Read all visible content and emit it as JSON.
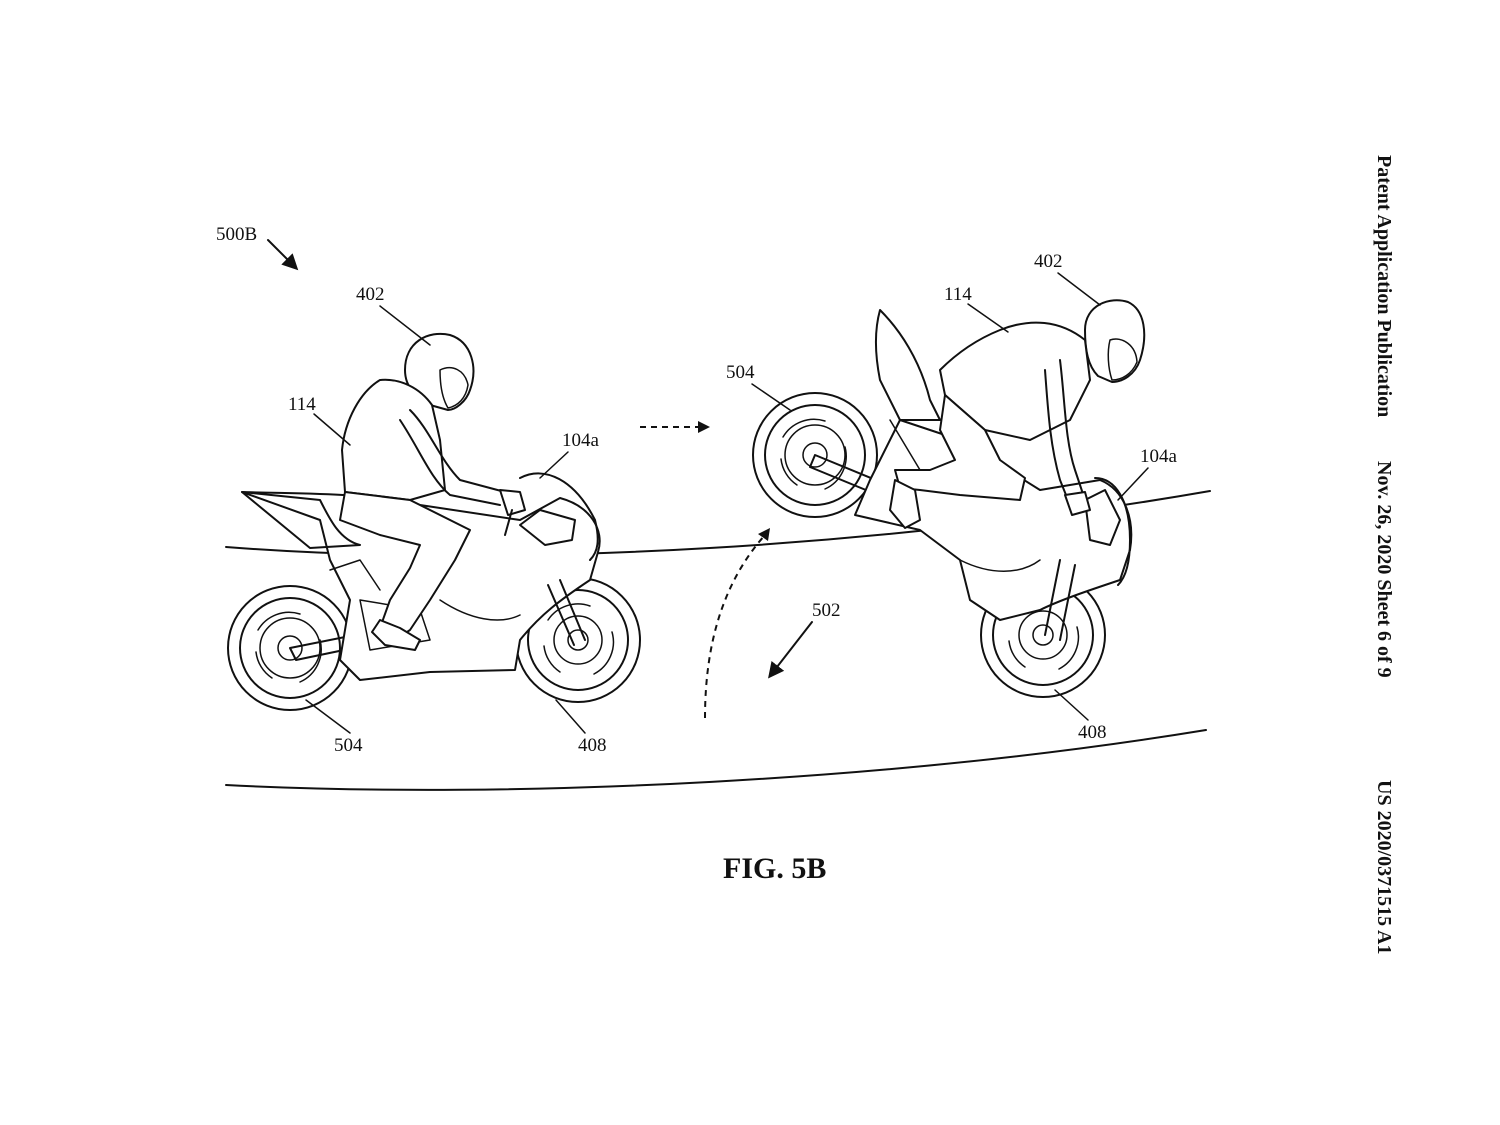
{
  "header": {
    "publication": "Patent Application Publication",
    "date_sheet": "Nov. 26, 2020  Sheet 6 of 9",
    "number": "US 2020/0371515 A1"
  },
  "figure": {
    "label": "FIG. 5B",
    "ref_500b": "500B",
    "ref_502": "502"
  },
  "left_rider": {
    "ref_helmet": "402",
    "ref_rider": "114",
    "ref_bike": "104a",
    "ref_rear_wheel": "504",
    "ref_front_wheel": "408"
  },
  "right_rider": {
    "ref_helmet": "402",
    "ref_rider": "114",
    "ref_bike": "104a",
    "ref_rear_wheel": "504",
    "ref_front_wheel": "408"
  },
  "icons": {
    "motion_arrow": "dashed-right-arrow-icon",
    "lift_arrow": "dashed-curved-arrow-icon"
  }
}
